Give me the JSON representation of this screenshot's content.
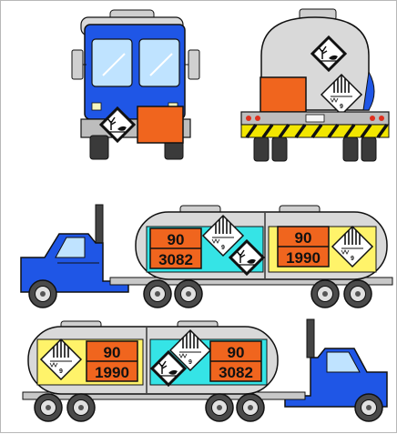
{
  "colors": {
    "cab_blue": "#1f56e6",
    "tank_grey": "#d9d9d9",
    "plate_orange": "#f0651e",
    "panel_yellow": "#fff36a",
    "panel_cyan": "#35e4e6",
    "hazard_yellow": "#f2e600",
    "tire_dark": "#3a3a3a"
  },
  "icons": {
    "class9": "hazard-class-9-label",
    "environmental": "environmentally-hazardous-label"
  },
  "placards": {
    "a_top": "90",
    "a_bottom": "3082",
    "b_top": "90",
    "b_bottom": "1990"
  },
  "hazard_label": {
    "class_number": "9"
  }
}
